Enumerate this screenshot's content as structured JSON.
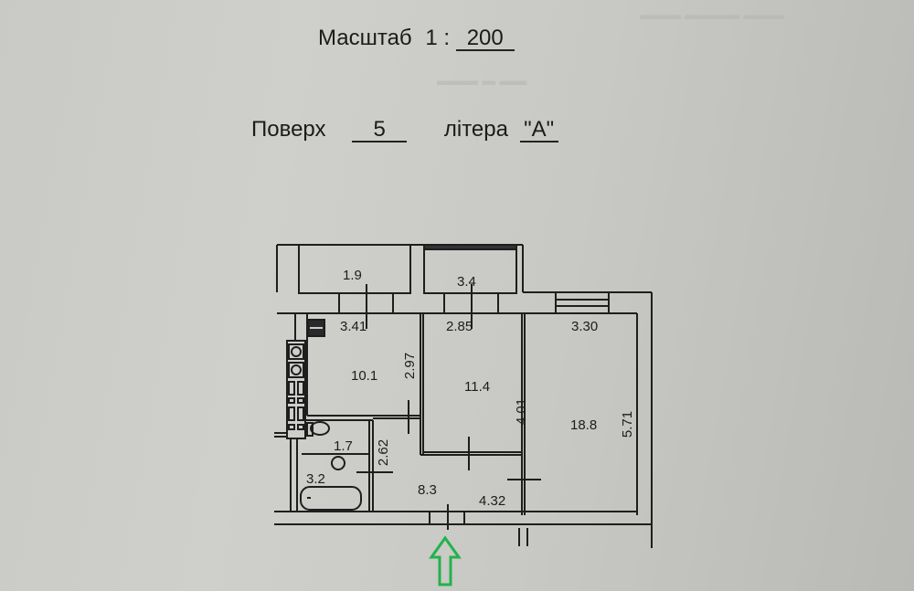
{
  "header": {
    "scale_label": "Масштаб",
    "scale_prefix": "1 :",
    "scale_value": "200",
    "floor_label": "Поверх",
    "floor_value": "5",
    "letter_label": "літера",
    "letter_value": "\"А\""
  },
  "plan": {
    "rooms": [
      {
        "id": "balcony-left",
        "area": "1.9"
      },
      {
        "id": "balcony-right",
        "area": "3.4"
      },
      {
        "id": "kitchen",
        "area": "10.1",
        "width": "3.41",
        "depth": "2.97"
      },
      {
        "id": "room-small",
        "area": "11.4",
        "width": "2.85",
        "depth": "4.01"
      },
      {
        "id": "room-large",
        "area": "18.8",
        "width": "3.30",
        "depth": "5.71"
      },
      {
        "id": "toilet",
        "area": "1.7"
      },
      {
        "id": "bathroom",
        "area": "3.2"
      },
      {
        "id": "hallway",
        "area": "8.3",
        "width": "4.32",
        "depth": "2.62"
      }
    ],
    "entrance_arrow_color": "#22b24c",
    "line_color": "#1e1e1e"
  }
}
